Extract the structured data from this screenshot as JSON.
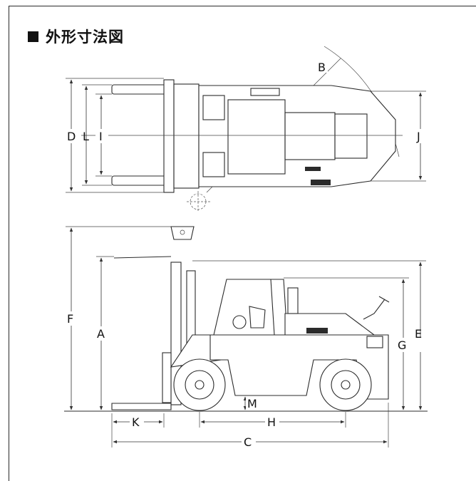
{
  "title": "外形寸法図",
  "labels": {
    "A": "A",
    "B": "B",
    "C": "C",
    "D": "D",
    "E": "E",
    "F": "F",
    "G": "G",
    "H": "H",
    "I": "I",
    "J": "J",
    "K": "K",
    "L": "L",
    "M": "M"
  }
}
